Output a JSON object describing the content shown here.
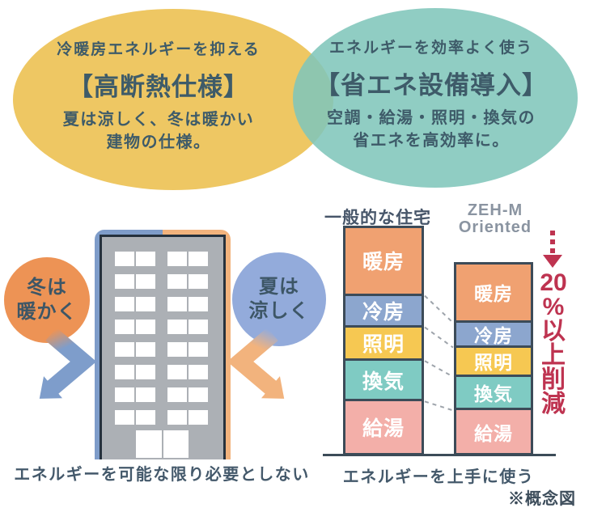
{
  "palette": {
    "bubble_yellow": "#EEC763",
    "bubble_teal": "#8FCCC2",
    "text_dark_slate": "#3E5B69",
    "winter_orange": "#ED9355",
    "summer_blue": "#93ABDB",
    "building_frame_blue": "#7E9CC9",
    "building_frame_orange": "#F2B37D",
    "building_gray": "#ACB0B5",
    "bar_border": "#3C4B58",
    "reduction_red": "#BE3350",
    "zehm_title_gray": "#8A94A1"
  },
  "bubbles": {
    "insulation": {
      "tagline": "冷暖房エネルギーを抑える",
      "title": "【高断熱仕様】",
      "desc_line1": "夏は涼しく、冬は暖かい",
      "desc_line2": "建物の仕様。"
    },
    "equipment": {
      "tagline": "エネルギーを効率よく使う",
      "title": "【省エネ設備導入】",
      "desc_line1": "空調・給湯・照明・換気の",
      "desc_line2": "省エネを高効率に。"
    }
  },
  "building_section": {
    "winter_lines": [
      "冬は",
      "暖かく"
    ],
    "summer_lines": [
      "夏は",
      "涼しく"
    ],
    "caption": "エネルギーを可能な限り必要としない"
  },
  "chart": {
    "left_title": "一般的な住宅",
    "right_title_lines": [
      "ZEH-M",
      "Oriented"
    ],
    "reduction_label": "20%以上削減",
    "caption": "エネルギーを上手に使う",
    "note": "※概念図"
  },
  "chart_data": {
    "type": "bar",
    "subtype": "stacked-comparison",
    "categories": [
      "一般的な住宅",
      "ZEH-M Oriented"
    ],
    "series": [
      {
        "name": "暖房",
        "values": [
          29,
          25
        ],
        "color": "#F0A171"
      },
      {
        "name": "冷房",
        "values": [
          14,
          11
        ],
        "color": "#8CA6CE"
      },
      {
        "name": "照明",
        "values": [
          15,
          13
        ],
        "color": "#F6C852"
      },
      {
        "name": "換気",
        "values": [
          18,
          15
        ],
        "color": "#7FCBC3"
      },
      {
        "name": "給湯",
        "values": [
          24,
          20
        ],
        "color": "#F3AFA9"
      }
    ],
    "totals": [
      100,
      84
    ],
    "unit": "relative energy use (conceptual)",
    "annotation": "20%以上削減",
    "grid": false,
    "legend_position": "labels-inside-segments"
  }
}
